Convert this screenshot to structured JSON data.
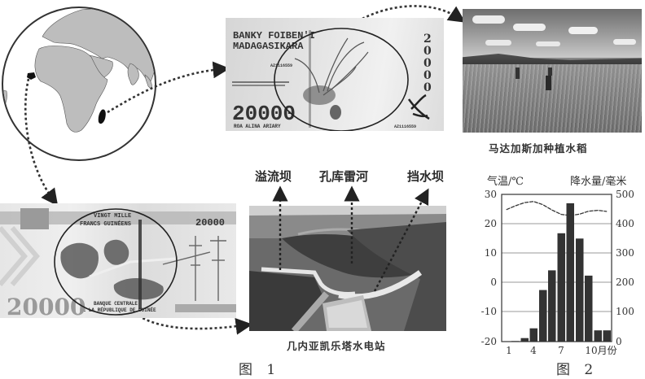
{
  "figure1": {
    "label": "图 1",
    "globe": {
      "highlighted_regions": [
        "Guinea",
        "Madagascar"
      ]
    },
    "madagascar_banknote": {
      "bank_name_line1": "BANKY FOIBEN'I",
      "bank_name_line2": "MADAGASIKARA",
      "denomination": "20000",
      "denomination_vertical": "20000",
      "words": "ROA ALINA ARIARY",
      "serial": "AZ1116559"
    },
    "rice_photo": {
      "caption": "马达加斯加种植水稻"
    },
    "guinea_banknote": {
      "title_line1": "VINGT MILLE",
      "title_line2": "FRANCS GUINÉENS",
      "denomination": "20000",
      "denomination_top": "20000",
      "bank_line1": "BANQUE CENTRALE",
      "bank_line2": "DE LA RÉPUBLIQUE DE GUINÉE"
    },
    "dam_photo": {
      "caption": "几内亚凯乐塔水电站",
      "labels": [
        "溢流坝",
        "孔库雷河",
        "挡水坝"
      ]
    }
  },
  "figure2": {
    "label": "图 2",
    "left_axis_title": "气温/℃",
    "right_axis_title": "降水量/毫米",
    "x_axis_unit": "月份"
  },
  "chart_data": {
    "type": "bar+line",
    "title": "",
    "x": [
      1,
      2,
      3,
      4,
      5,
      6,
      7,
      8,
      9,
      10,
      11,
      12
    ],
    "x_tick_labels": [
      "1",
      "4",
      "7",
      "10月份"
    ],
    "series": [
      {
        "name": "降水量/毫米",
        "type": "bar",
        "axis": "right",
        "values": [
          1,
          2,
          12,
          45,
          175,
          242,
          368,
          470,
          350,
          224,
          38,
          38
        ]
      },
      {
        "name": "气温/℃",
        "type": "line",
        "axis": "left",
        "values": [
          25.1,
          26.4,
          27.5,
          27.9,
          26.8,
          25.0,
          23.5,
          23.1,
          23.6,
          24.6,
          24.9,
          24.5
        ]
      }
    ],
    "xlabel": "月份",
    "ylabel_left": "气温/℃",
    "ylabel_right": "降水量/毫米",
    "ylim_left": [
      -20,
      30
    ],
    "yticks_left": [
      "30",
      "20",
      "10",
      "0",
      "-10",
      "-20"
    ],
    "ylim_right": [
      0,
      500
    ],
    "yticks_right": [
      "500",
      "400",
      "300",
      "200",
      "100",
      "0"
    ],
    "grid": "horizontal"
  }
}
